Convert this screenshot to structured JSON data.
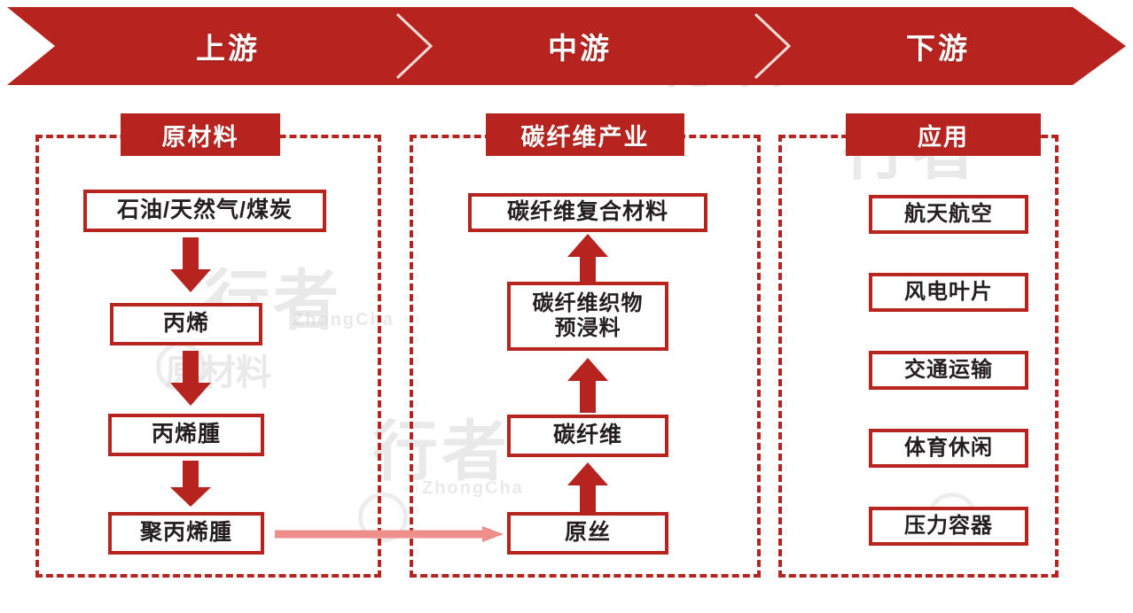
{
  "colors": {
    "brand_red": "#b7241f",
    "chip_red": "#b7241f",
    "box_border": "#b7241f",
    "text_dark": "#231f20",
    "link_arrow_pink": "#ef8f8c",
    "white": "#ffffff"
  },
  "banner": {
    "segments": [
      {
        "label": "上游"
      },
      {
        "label": "中游"
      },
      {
        "label": "下游"
      }
    ]
  },
  "columns": {
    "upstream": {
      "header": "原材料",
      "nodes": [
        {
          "label": "石油/天然气/煤炭"
        },
        {
          "label": "丙烯"
        },
        {
          "label": "丙烯腫"
        },
        {
          "label": "聚丙烯腫"
        }
      ],
      "flow_direction": "down"
    },
    "midstream": {
      "header": "碳纤维产业",
      "nodes": [
        {
          "label": "碳纤维复合材料"
        },
        {
          "label_line1": "碳纤维织物",
          "label_line2": "预浸料"
        },
        {
          "label": "碳纤维"
        },
        {
          "label": "原丝"
        }
      ],
      "flow_direction": "up"
    },
    "downstream": {
      "header": "应用",
      "nodes": [
        {
          "label": "航天航空"
        },
        {
          "label": "风电叶片"
        },
        {
          "label": "交通运输"
        },
        {
          "label": "体育休闲"
        },
        {
          "label": "压力容器"
        }
      ],
      "flow_direction": "none"
    }
  },
  "connectors": {
    "upstream_to_midstream": {
      "from": "聚丙烯腫",
      "to": "原丝",
      "style": "horizontal-arrow-right"
    }
  },
  "watermarks": [
    {
      "text": "行者"
    },
    {
      "text": "原材料"
    },
    {
      "text": "ZhongCha"
    }
  ]
}
